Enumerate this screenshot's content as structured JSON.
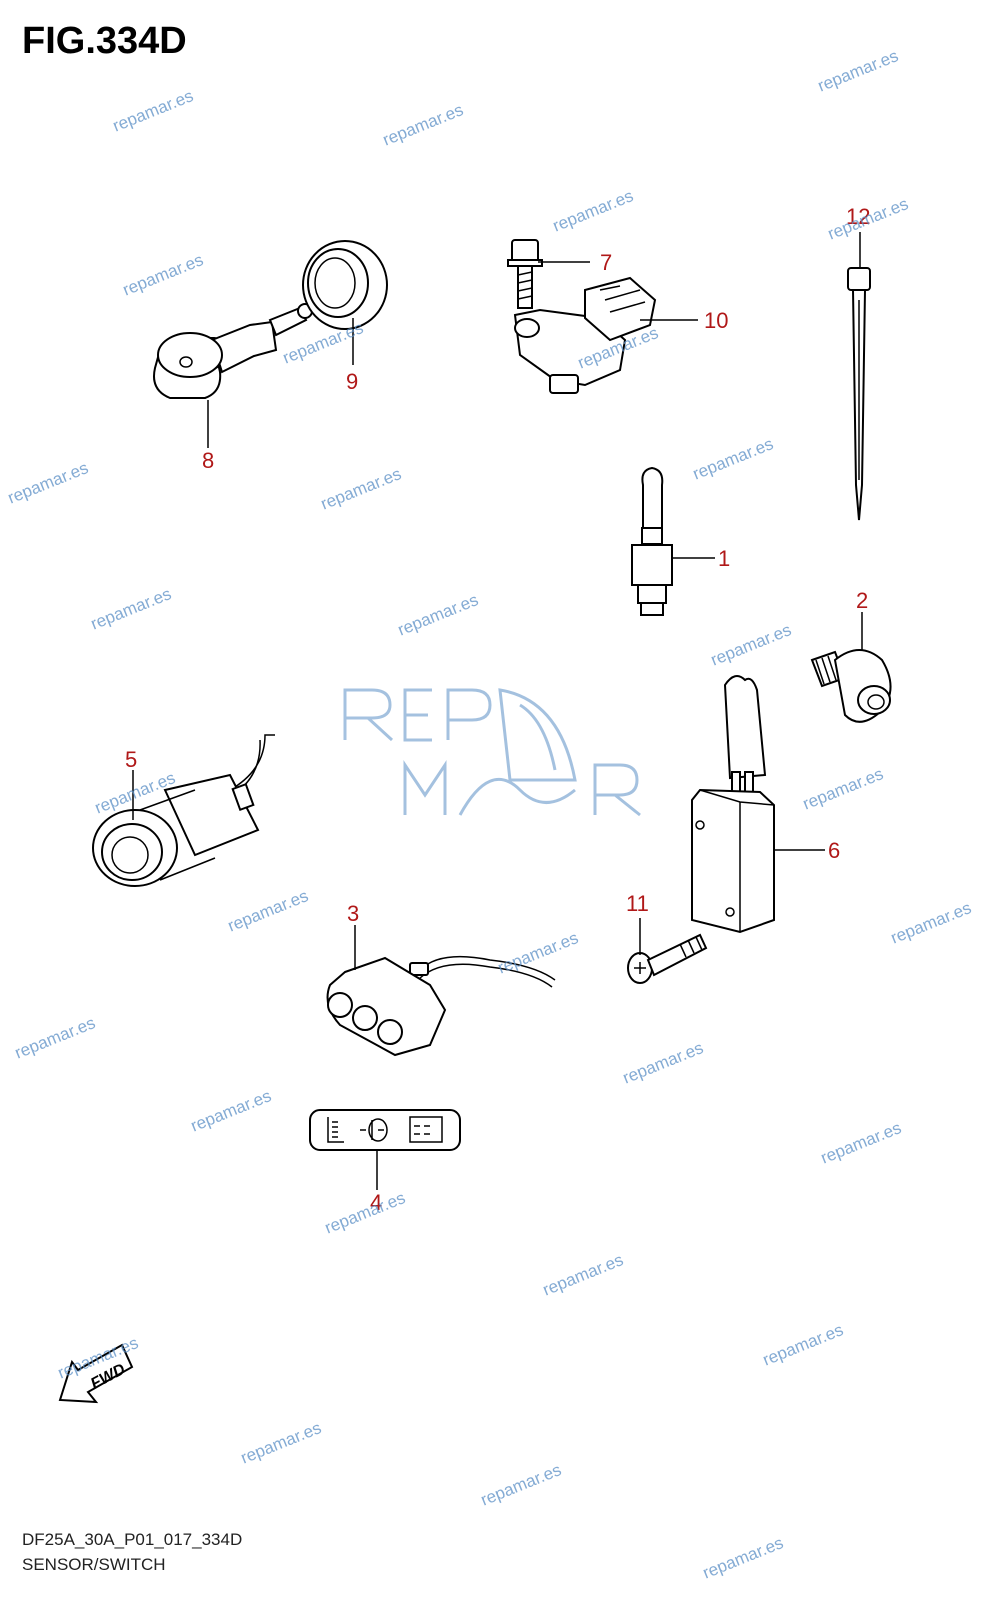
{
  "figure": {
    "title": "FIG.334D",
    "footer_code": "DF25A_30A_P01_017_334D",
    "footer_caption": "SENSOR/SWITCH"
  },
  "callouts": [
    "1",
    "2",
    "3",
    "4",
    "5",
    "6",
    "7",
    "8",
    "9",
    "10",
    "11",
    "12"
  ],
  "watermark": {
    "text": "repamar.es",
    "color": "#5b8fc6"
  },
  "logo": {
    "text": "REPMAR",
    "color": "#5b8fc6"
  },
  "fwd_label": "FWD",
  "colors": {
    "callout": "#b01818",
    "line": "#000000"
  }
}
